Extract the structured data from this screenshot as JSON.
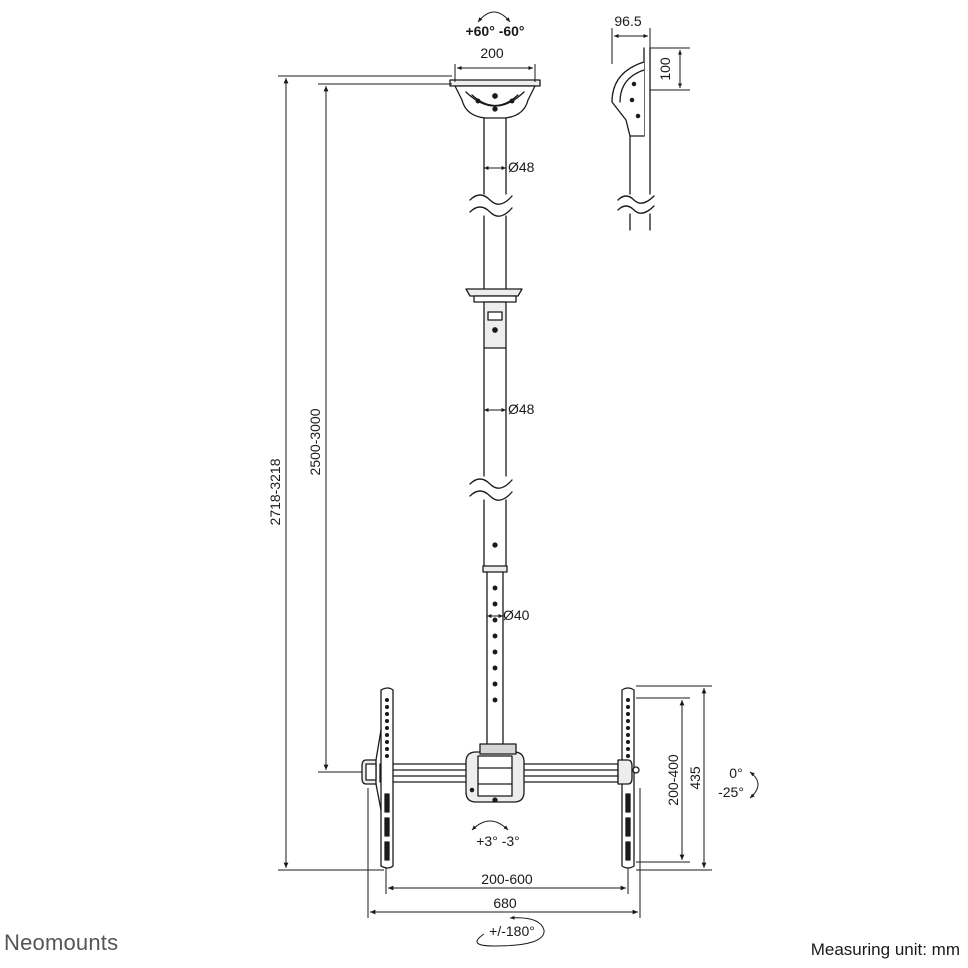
{
  "brand": {
    "name": "Neomounts"
  },
  "footer": {
    "measuring_unit": "Measuring unit: mm"
  },
  "colors": {
    "line": "#1a1a1a",
    "fill_light": "#ededed",
    "fill_mid": "#d6d6d6",
    "brand_text": "#555555"
  },
  "dimensions": {
    "top_rotation": "+60° -60°",
    "ceiling_plate_width": "200",
    "side_depth": "96.5",
    "side_height": "100",
    "pole_diameter_upper": "Ø48",
    "pole_diameter_middle": "Ø48",
    "pole_diameter_lower": "Ø40",
    "total_height_range": "2718-3218",
    "ceiling_height_range": "2500-3000",
    "vesa_vertical": "200-400",
    "bracket_height": "435",
    "tilt_top": "0°",
    "tilt_bottom": "-25°",
    "roll": "+3° -3°",
    "vesa_horizontal": "200-600",
    "overall_width": "680",
    "swivel": "+/-180°"
  }
}
